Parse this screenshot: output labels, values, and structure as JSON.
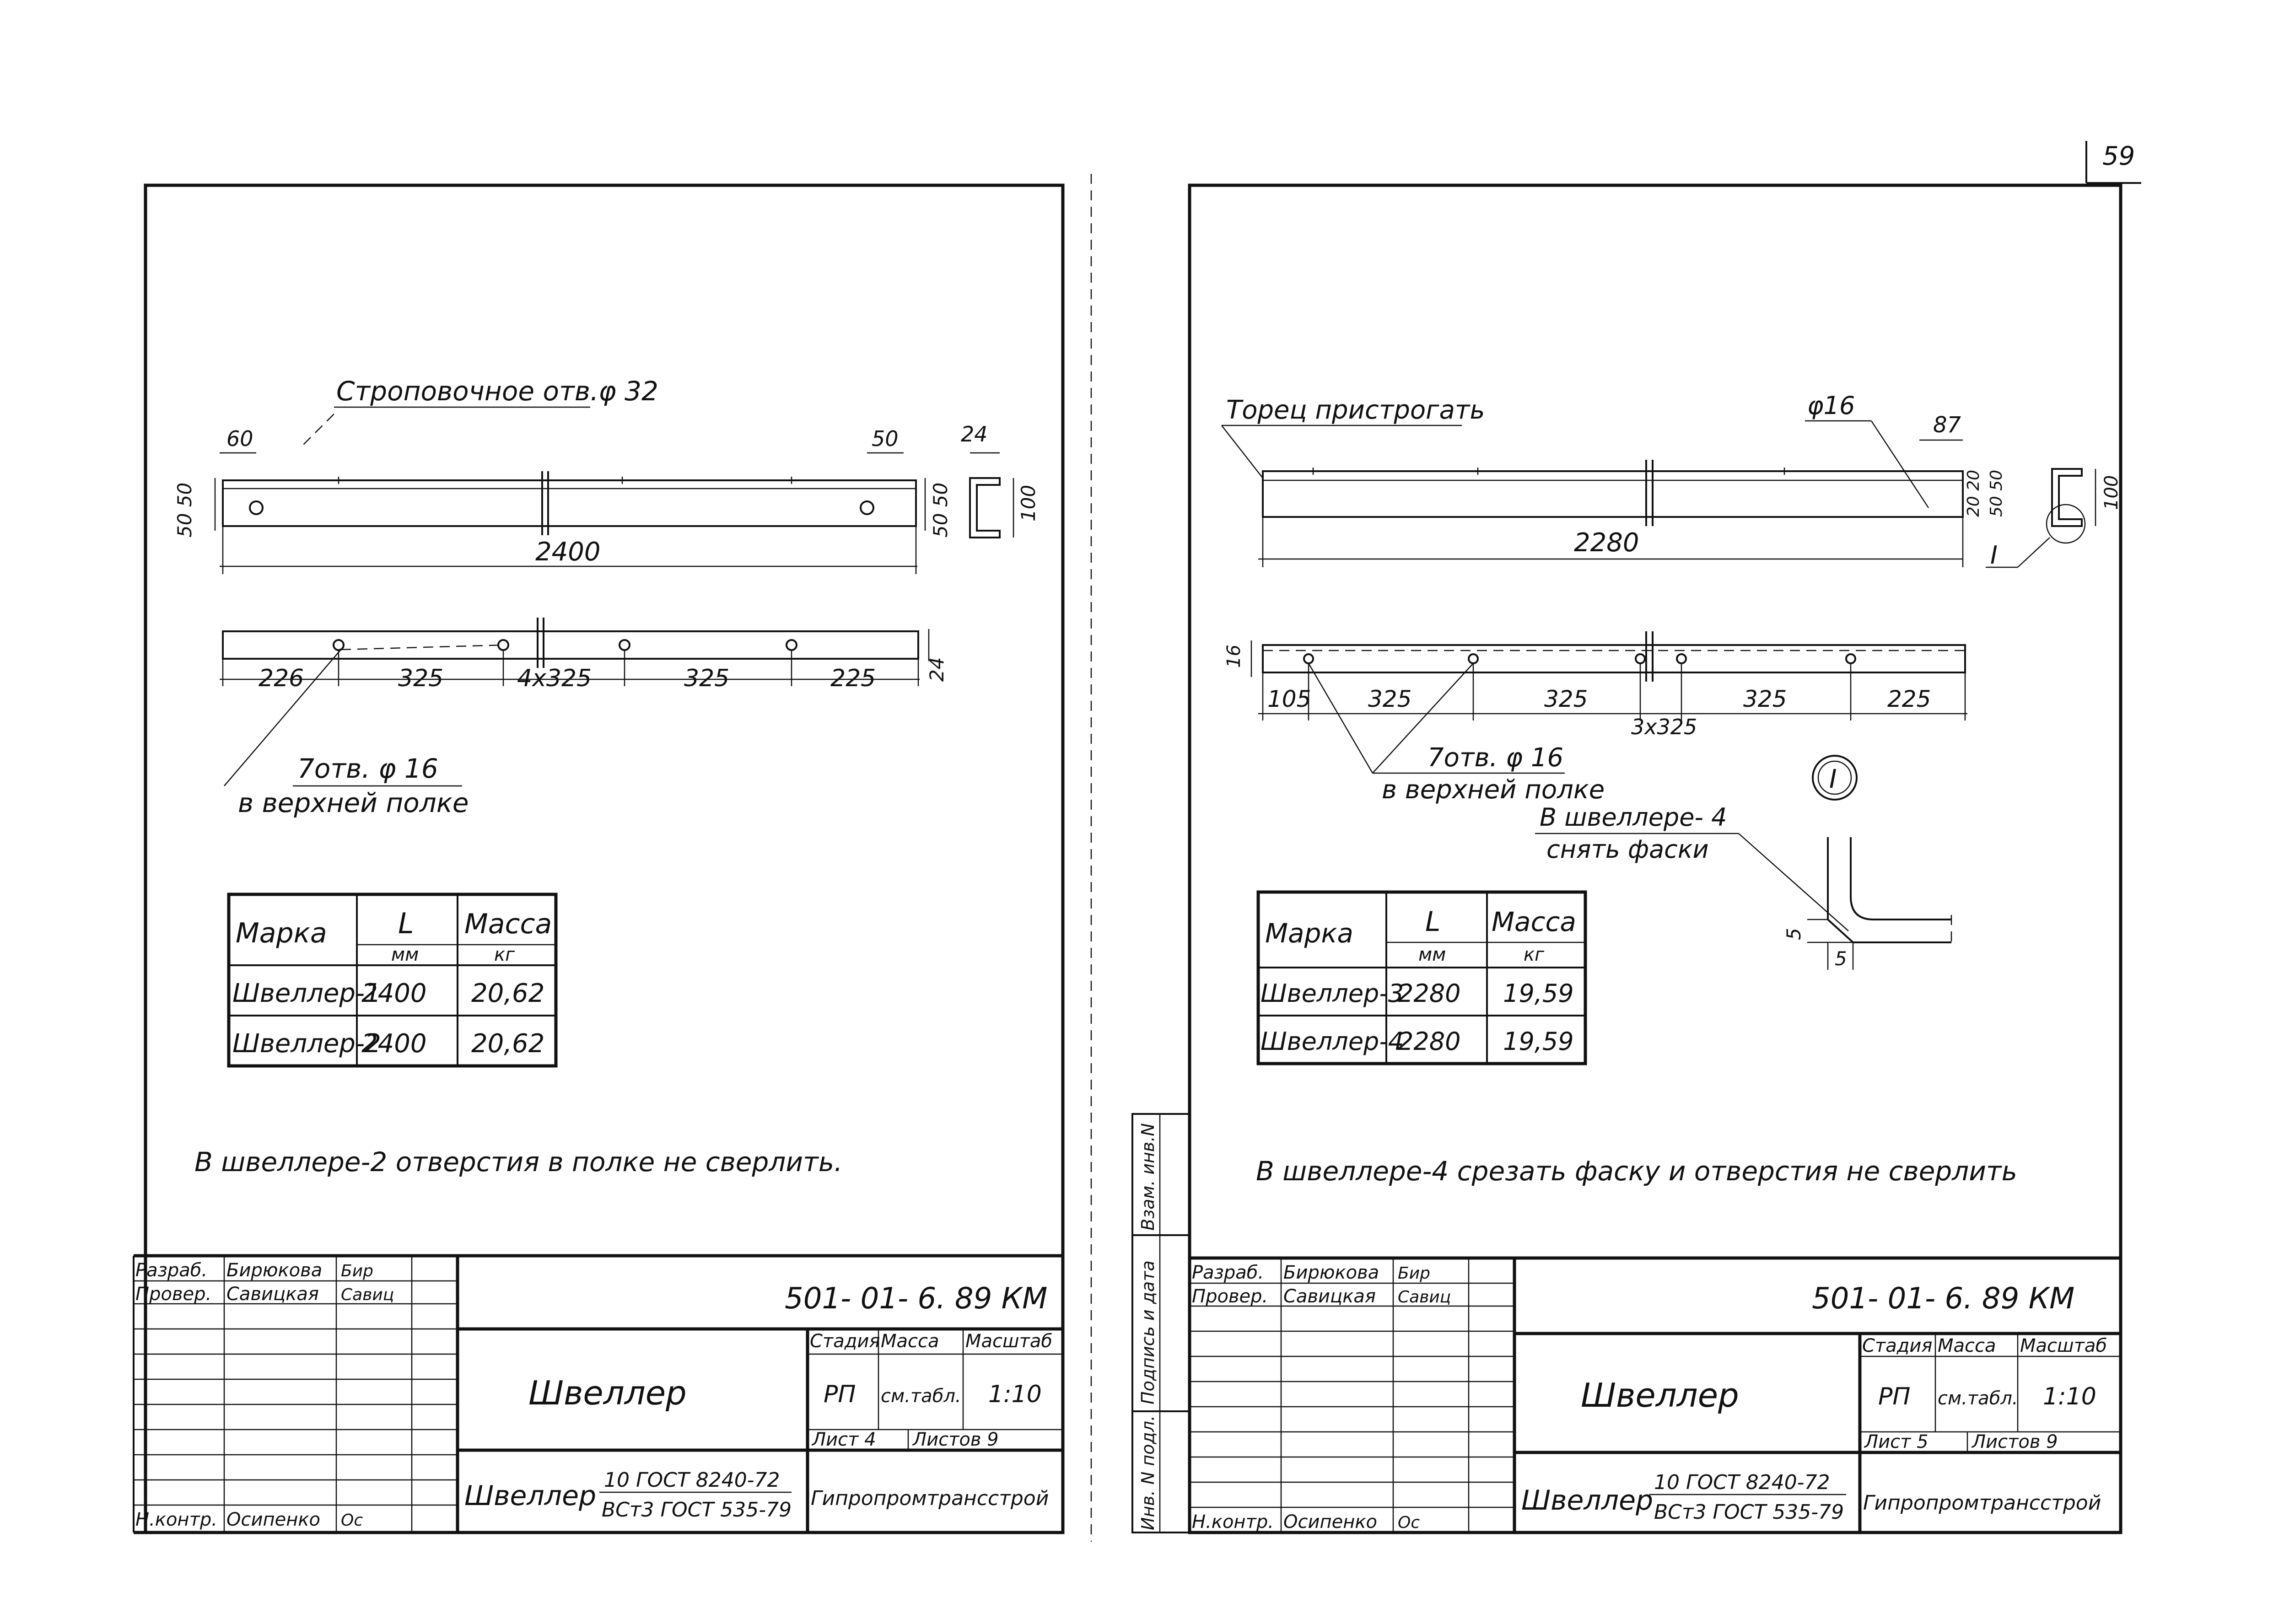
{
  "page_number": "59",
  "sheets": [
    {
      "id": "sheet-4",
      "sling_hole_note": "Строповочное отв.φ 32",
      "holes_note": {
        "line1": "7отв. φ 16",
        "line2": "в верхней полке"
      },
      "side_view": {
        "dims": {
          "edge_left": "60",
          "edge_right": "50",
          "height_left": "50 50",
          "height_right": "50 50",
          "length": "2400"
        },
        "section": {
          "flange": "24",
          "height": "100"
        }
      },
      "top_view": {
        "dims": [
          "226",
          "325",
          "4x325",
          "325",
          "225"
        ],
        "width": "24"
      },
      "table": {
        "headers": {
          "mark": "Марка",
          "length": "L",
          "length_unit": "мм",
          "mass": "Масса",
          "mass_unit": "кг"
        },
        "rows": [
          {
            "mark": "Швеллер-1",
            "length": "2400",
            "mass": "20,62"
          },
          {
            "mark": "Швеллер-2",
            "length": "2400",
            "mass": "20,62"
          }
        ]
      },
      "note": "В швеллере-2 отверстия в полке не сверлить.",
      "title_block": {
        "roles": [
          {
            "role": "Разраб.",
            "name": "Бирюкова",
            "signature": "Бир"
          },
          {
            "role": "Провер.",
            "name": "Савицкая",
            "signature": "Савиц"
          }
        ],
        "control": {
          "role": "Н.контр.",
          "name": "Осипенко",
          "signature": "Ос"
        },
        "code": "501- 01- 6. 89 КМ",
        "title": "Швеллер",
        "stage_header": "Стадия",
        "mass_header": "Масса",
        "scale_header": "Масштаб",
        "stage": "РП",
        "mass": "см.табл.",
        "scale": "1:10",
        "sheet_label": "Лист 4",
        "sheets_label": "Листов 9",
        "material_name": "Швеллер",
        "material_line1": "10 ГОСТ 8240-72",
        "material_line2": "ВСт3 ГОСТ 535-79",
        "org": "Гипропромтрансстрой"
      }
    },
    {
      "id": "sheet-5",
      "end_note": "Торец пристрогать",
      "hole_callout": "φ16",
      "detail_mark": "I",
      "side_view": {
        "dims": {
          "length": "2280",
          "end_offset": "87",
          "height_right": "20 20",
          "height_right2": "50 50"
        },
        "section": {
          "height": "100"
        }
      },
      "top_view": {
        "dims": [
          "105",
          "325",
          "325",
          "3x325",
          "325",
          "225"
        ],
        "width": "16"
      },
      "holes_note": {
        "line1": "7отв. φ 16",
        "line2": "в верхней полке"
      },
      "chamfer_note": {
        "line1": "В швеллере- 4",
        "line2": "снять фаски"
      },
      "detail_dims": {
        "vertical": "5",
        "horizontal": "5"
      },
      "table": {
        "headers": {
          "mark": "Марка",
          "length": "L",
          "length_unit": "мм",
          "mass": "Масса",
          "mass_unit": "кг"
        },
        "rows": [
          {
            "mark": "Швеллер-3",
            "length": "2280",
            "mass": "19,59"
          },
          {
            "mark": "Швеллер-4",
            "length": "2280",
            "mass": "19,59"
          }
        ]
      },
      "note": "В швеллере-4 срезать фаску и отверстия не сверлить",
      "side_stamp": [
        "Взам. инв.N",
        "Подпись и дата",
        "Инв. N подл."
      ],
      "title_block": {
        "roles": [
          {
            "role": "Разраб.",
            "name": "Бирюкова",
            "signature": "Бир"
          },
          {
            "role": "Провер.",
            "name": "Савицкая",
            "signature": "Савиц"
          }
        ],
        "control": {
          "role": "Н.контр.",
          "name": "Осипенко",
          "signature": "Ос"
        },
        "code": "501- 01- 6. 89 КМ",
        "title": "Швеллер",
        "stage_header": "Стадия",
        "mass_header": "Масса",
        "scale_header": "Масштаб",
        "stage": "РП",
        "mass": "см.табл.",
        "scale": "1:10",
        "sheet_label": "Лист 5",
        "sheets_label": "Листов 9",
        "material_name": "Швеллер",
        "material_line1": "10 ГОСТ 8240-72",
        "material_line2": "ВСт3 ГОСТ 535-79",
        "org": "Гипропромтрансстрой"
      }
    }
  ]
}
